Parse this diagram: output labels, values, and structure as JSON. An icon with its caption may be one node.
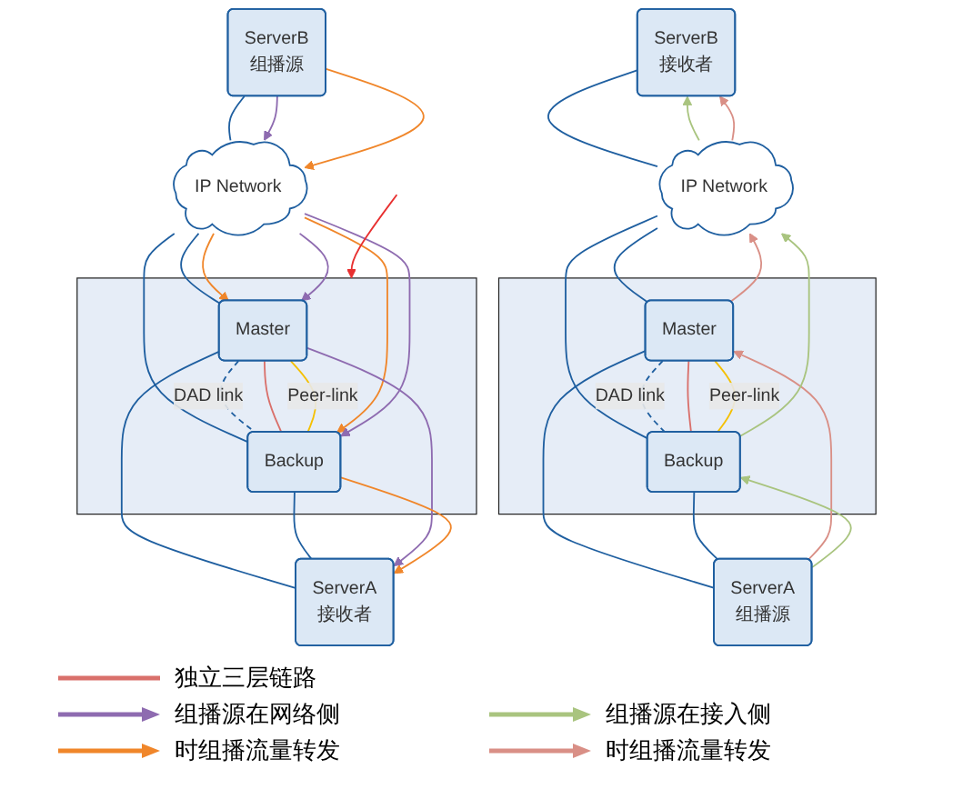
{
  "diagram": {
    "nodes": [
      {
        "text": [
          "ServerB",
          "组播源"
        ]
      },
      {
        "text": [
          "IP Network"
        ]
      },
      {
        "text": [],
        "shape": "box"
      },
      {
        "text": [
          "Master"
        ],
        "in": 2
      },
      {
        "text": [
          "Backup"
        ],
        "in": 2
      },
      {
        "text": [
          "ServerA",
          "接收者"
        ]
      },
      {
        "text": [
          "ServerB",
          "接收者"
        ]
      },
      {
        "text": [
          "IP Network"
        ]
      },
      {
        "text": [],
        "shape": "box"
      },
      {
        "text": [
          "Master"
        ],
        "in": 8
      },
      {
        "text": [
          "Backup"
        ],
        "in": 8
      },
      {
        "text": [
          "ServerA",
          "组播源"
        ]
      }
    ],
    "edges": [
      {
        "from": 0,
        "to": 1,
        "arrow": "none"
      },
      {
        "from": 1,
        "to": 3,
        "arrow": "none"
      },
      {
        "from": 1,
        "to": 4,
        "arrow": "none"
      },
      {
        "from": 3,
        "to": 4,
        "arrow": "none",
        "label": "DAD link",
        "style": "dashed"
      },
      {
        "from": 3,
        "to": 4,
        "arrow": "none",
        "color": "#d9706b"
      },
      {
        "from": 3,
        "to": 4,
        "arrow": "none",
        "label": "Peer-link",
        "color": "#f5c000"
      },
      {
        "from": 3,
        "to": 5,
        "arrow": "none"
      },
      {
        "from": 4,
        "to": 5,
        "arrow": "none"
      },
      {
        "from": 0,
        "to": 1,
        "arrow": "to",
        "color": "#8e6bb0"
      },
      {
        "from": 0,
        "to": 1,
        "arrow": "to",
        "color": "#f0862a"
      },
      {
        "from": 1,
        "to": 3,
        "arrow": "to",
        "color": "#f0862a"
      },
      {
        "from": 1,
        "to": 3,
        "arrow": "to",
        "color": "#8e6bb0"
      },
      {
        "from": 1,
        "to": 4,
        "arrow": "to",
        "color": "#f0862a"
      },
      {
        "from": 1,
        "to": 4,
        "arrow": "to",
        "color": "#8e6bb0"
      },
      {
        "from": 3,
        "to": 5,
        "arrow": "to",
        "color": "#8e6bb0"
      },
      {
        "from": 4,
        "to": 5,
        "arrow": "to",
        "color": "#f0862a"
      },
      {
        "from": null,
        "to": 2,
        "arrow": "to",
        "color": "#e83030"
      },
      {
        "from": 6,
        "to": 7,
        "arrow": "none"
      },
      {
        "from": 7,
        "to": 9,
        "arrow": "none"
      },
      {
        "from": 7,
        "to": 10,
        "arrow": "none"
      },
      {
        "from": 9,
        "to": 10,
        "arrow": "none",
        "label": "DAD link",
        "style": "dashed"
      },
      {
        "from": 9,
        "to": 10,
        "arrow": "none",
        "color": "#d9706b"
      },
      {
        "from": 9,
        "to": 10,
        "arrow": "none",
        "label": "Peer-link",
        "color": "#f5c000"
      },
      {
        "from": 9,
        "to": 11,
        "arrow": "none"
      },
      {
        "from": 10,
        "to": 11,
        "arrow": "none"
      },
      {
        "from": 11,
        "to": 9,
        "arrow": "to",
        "color": "#d98f86"
      },
      {
        "from": 11,
        "to": 10,
        "arrow": "to",
        "color": "#a9c47f"
      },
      {
        "from": 9,
        "to": 7,
        "arrow": "to",
        "color": "#d98f86"
      },
      {
        "from": 10,
        "to": 7,
        "arrow": "to",
        "color": "#a9c47f"
      },
      {
        "from": 7,
        "to": 6,
        "arrow": "to",
        "color": "#a9c47f"
      },
      {
        "from": 7,
        "to": 6,
        "arrow": "to",
        "color": "#d98f86"
      }
    ],
    "legend": [
      {
        "text": "独立三层链路"
      },
      {
        "text": "组播源在网络侧"
      },
      {
        "text": "时组播流量转发"
      },
      {
        "text": "组播源在接入侧"
      },
      {
        "text": "时组播流量转发"
      }
    ]
  }
}
